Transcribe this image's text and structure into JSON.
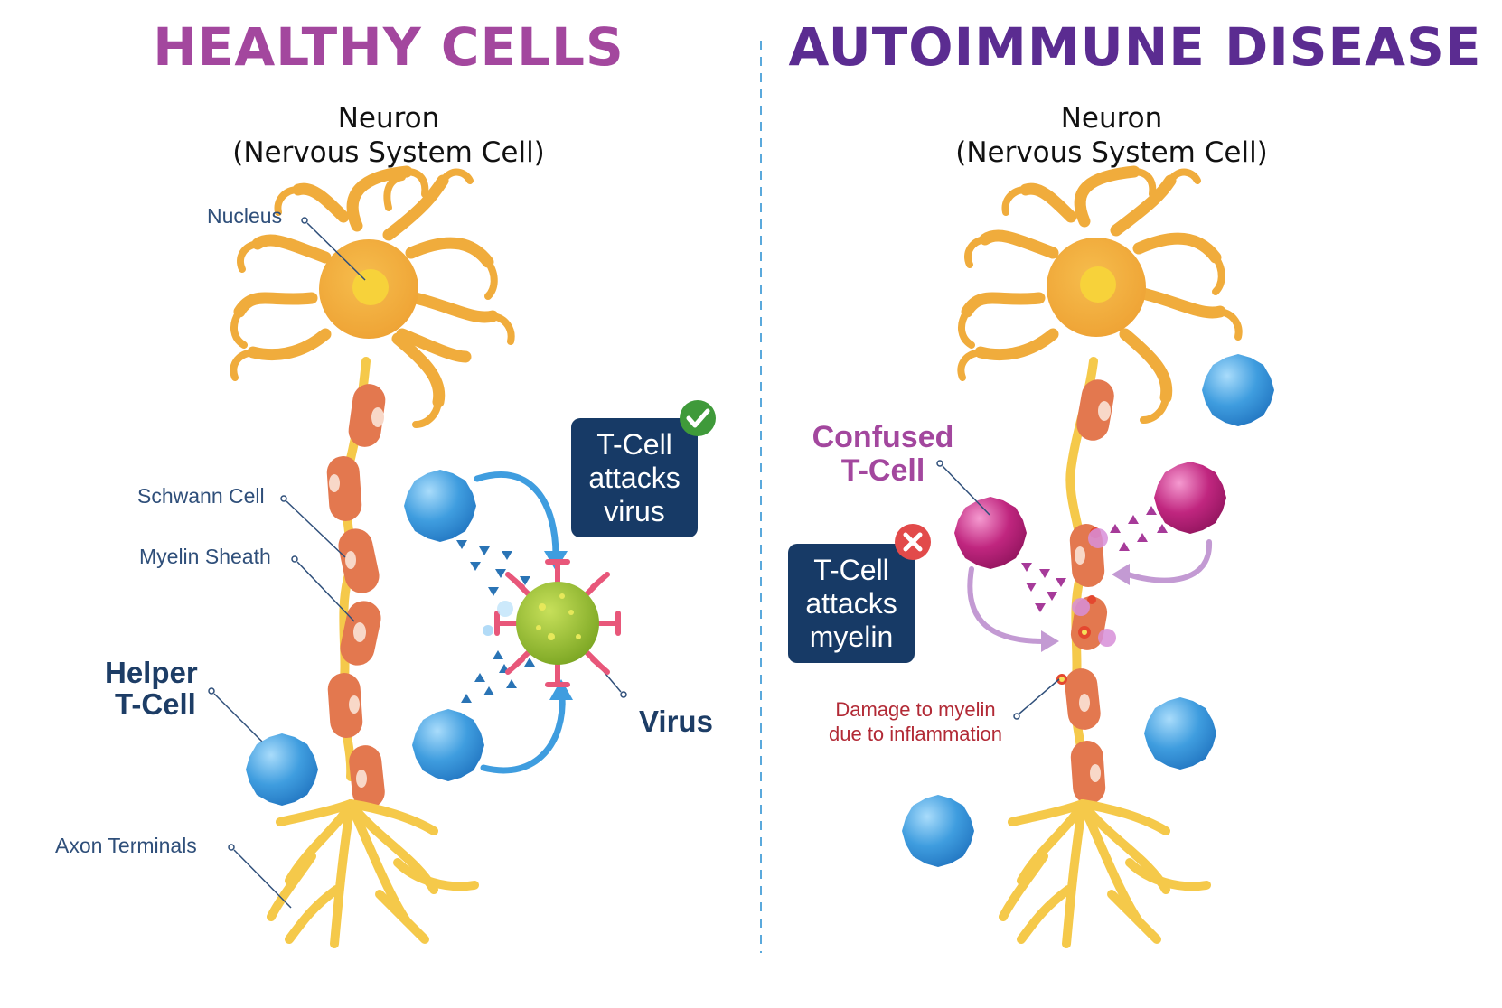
{
  "healthy": {
    "title": "HEALTHY CELLS",
    "subtitle_line1": "Neuron",
    "subtitle_line2": "(Nervous System Cell)",
    "labels": {
      "nucleus": "Nucleus",
      "schwann": "Schwann Cell",
      "myelin": "Myelin Sheath",
      "helper_line1": "Helper",
      "helper_line2": "T-Cell",
      "axon": "Axon Terminals",
      "virus": "Virus"
    },
    "box": {
      "line1": "T-Cell",
      "line2": "attacks",
      "line3": "virus"
    }
  },
  "autoimmune": {
    "title": "AUTOIMMUNE DISEASE",
    "subtitle_line1": "Neuron",
    "subtitle_line2": "(Nervous System Cell)",
    "labels": {
      "confused_line1": "Confused",
      "confused_line2": "T-Cell",
      "damage_line1": "Damage to myelin",
      "damage_line2": "due to inflammation"
    },
    "box": {
      "line1": "T-Cell",
      "line2": "attacks",
      "line3": "myelin"
    }
  },
  "colors": {
    "neuron": "#f0ac3c",
    "nucleus": "#f7d23a",
    "myelin": "#e3784f",
    "axon": "#f5c94a",
    "tcell": "#3f9ddf",
    "virus": "#8fbd2e",
    "confused": "#c0267f",
    "box": "#173a66",
    "check": "#3f9a3a",
    "cross": "#e24a4a"
  }
}
